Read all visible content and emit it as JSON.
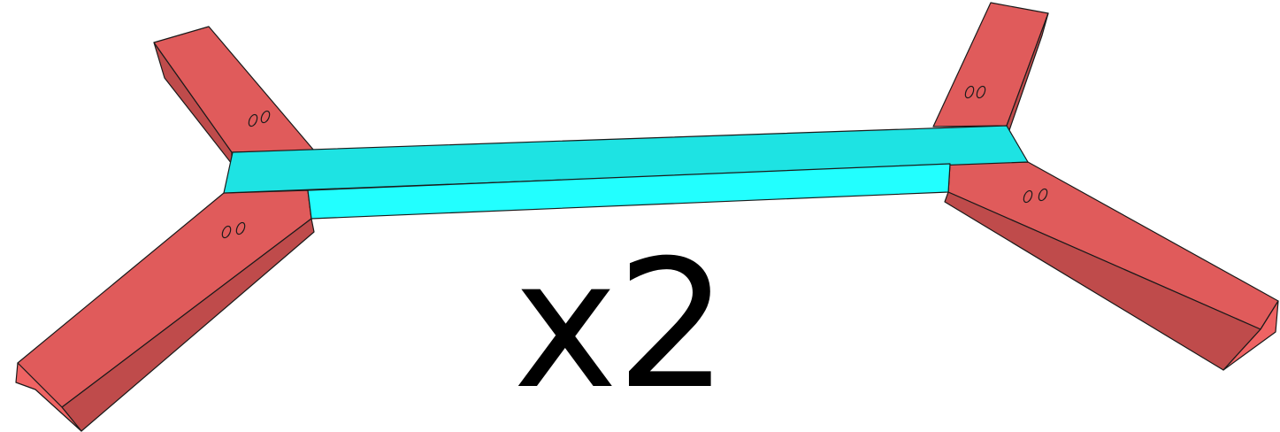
{
  "quantity_label": "x2",
  "colors": {
    "leg_top": "#e05b5b",
    "leg_side": "#bf4b4b",
    "leg_end": "#ef6363",
    "crossbar_top": "#1ee3e3",
    "crossbar_front": "#22ffff",
    "outline": "#1a1a1a",
    "background": "#ffffff"
  },
  "parts": {
    "crossbar": {
      "color_name": "cyan"
    },
    "legs": {
      "count": 4,
      "color_name": "red",
      "holes_per_leg": 2
    }
  }
}
